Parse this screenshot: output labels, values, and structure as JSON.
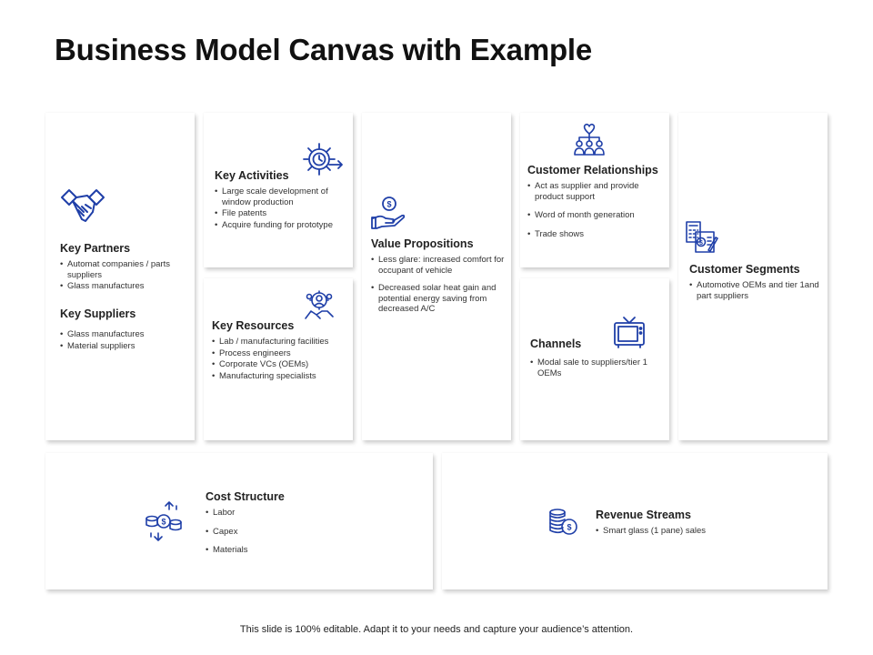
{
  "title": "Business Model Canvas with Example",
  "accent_color": "#1f3fa8",
  "key_partners": {
    "icon": "handshake-icon",
    "heading": "Key Partners",
    "items": [
      "Automat companies / parts suppliers",
      "Glass manufactures"
    ]
  },
  "key_suppliers": {
    "heading": "Key Suppliers",
    "items": [
      "Glass manufactures",
      "Material suppliers"
    ]
  },
  "key_activities": {
    "icon": "gear-clock-icon",
    "heading": "Key Activities",
    "items": [
      "Large scale development of window production",
      "File patents",
      "Acquire funding for prototype"
    ]
  },
  "key_resources": {
    "icon": "team-gear-icon",
    "heading": "Key Resources",
    "items": [
      "Lab / manufacturing facilities",
      "Process engineers",
      "Corporate VCs (OEMs)",
      "Manufacturing specialists"
    ]
  },
  "value_propositions": {
    "icon": "hand-coin-icon",
    "heading": "Value Propositions",
    "items": [
      "Less glare: increased comfort for occupant of vehicle",
      "Decreased solar heat gain and potential energy saving from decreased A/C"
    ]
  },
  "customer_relationships": {
    "icon": "people-heart-icon",
    "heading": "Customer Relationships",
    "items": [
      "Act as supplier and provide product support",
      "Word of month generation",
      "Trade shows"
    ]
  },
  "channels": {
    "icon": "tv-icon",
    "heading": "Channels",
    "items": [
      "Modal sale to suppliers/tier 1 OEMs"
    ]
  },
  "customer_segments": {
    "icon": "calculator-report-icon",
    "heading": "Customer Segments",
    "items": [
      "Automotive OEMs and tier 1and part suppliers"
    ]
  },
  "cost_structure": {
    "icon": "money-arrows-icon",
    "heading": "Cost Structure",
    "items": [
      "Labor",
      "Capex",
      "Materials"
    ]
  },
  "revenue_streams": {
    "icon": "coins-stack-icon",
    "heading": "Revenue Streams",
    "items": [
      "Smart glass (1 pane) sales"
    ]
  },
  "footer": "This slide is 100% editable. Adapt it to your needs and capture your audience’s attention."
}
